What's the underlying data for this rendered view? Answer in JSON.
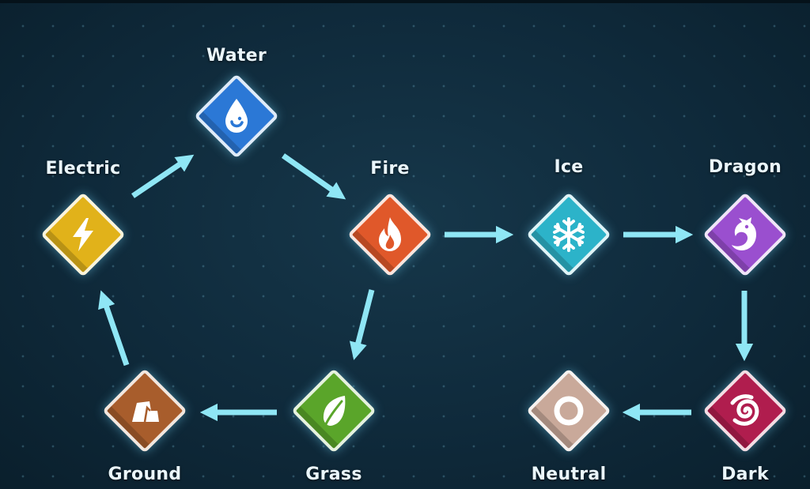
{
  "types": [
    {
      "id": "water",
      "label": "Water",
      "color": "#2b78d6",
      "icon": "water-drop-icon"
    },
    {
      "id": "fire",
      "label": "Fire",
      "color": "#e0582a",
      "icon": "flame-icon"
    },
    {
      "id": "electric",
      "label": "Electric",
      "color": "#e1b21a",
      "icon": "lightning-bolt-icon"
    },
    {
      "id": "ground",
      "label": "Ground",
      "color": "#a85d2c",
      "icon": "rock-icon"
    },
    {
      "id": "grass",
      "label": "Grass",
      "color": "#5aa52a",
      "icon": "leaf-icon"
    },
    {
      "id": "ice",
      "label": "Ice",
      "color": "#2cb3c9",
      "icon": "snowflake-icon"
    },
    {
      "id": "dragon",
      "label": "Dragon",
      "color": "#9a4fcf",
      "icon": "dragon-head-icon"
    },
    {
      "id": "dark",
      "label": "Dark",
      "color": "#b01d4e",
      "icon": "spiral-icon"
    },
    {
      "id": "neutral",
      "label": "Neutral",
      "color": "#c9a99a",
      "icon": "ring-icon"
    }
  ],
  "arrow_color": "#8fe6f5",
  "relations": [
    {
      "from": "electric",
      "to": "water"
    },
    {
      "from": "water",
      "to": "fire"
    },
    {
      "from": "fire",
      "to": "grass"
    },
    {
      "from": "grass",
      "to": "ground"
    },
    {
      "from": "ground",
      "to": "electric"
    },
    {
      "from": "fire",
      "to": "ice"
    },
    {
      "from": "ice",
      "to": "dragon"
    },
    {
      "from": "dragon",
      "to": "dark"
    },
    {
      "from": "dark",
      "to": "neutral"
    }
  ]
}
